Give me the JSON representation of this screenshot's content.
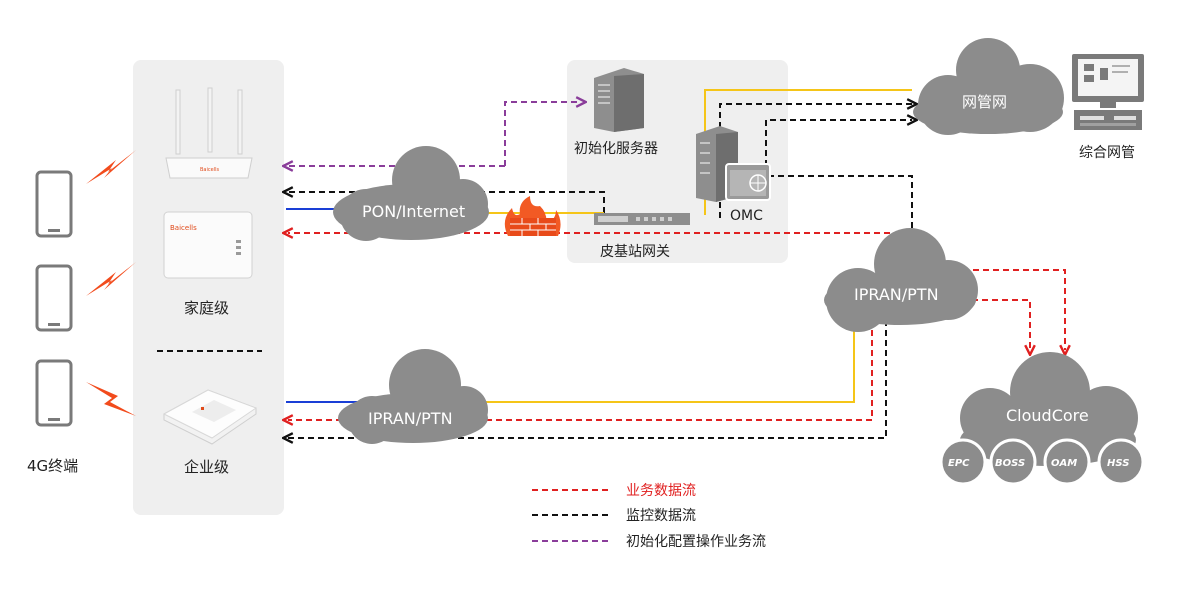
{
  "nodes": {
    "terminal": "4G终端",
    "home": "家庭级",
    "enterprise": "企业级",
    "pon": "PON/Internet",
    "ipran_left": "IPRAN/PTN",
    "ipran_mid": "IPRAN/PTN",
    "init_server": "初始化服务器",
    "omc": "OMC",
    "gateway": "皮基站网关",
    "net_mgmt": "网管网",
    "integrated_mgmt": "综合网管",
    "cloudcore": "CloudCore",
    "cloud_parts": [
      "EPC",
      "BOSS",
      "OAM",
      "HSS"
    ],
    "router_brand": "Baicells",
    "box_brand": "Baicells"
  },
  "legend": [
    {
      "label": "业务数据流",
      "color": "#e02020"
    },
    {
      "label": "监控数据流",
      "color": "#111111"
    },
    {
      "label": "初始化配置操作业务流",
      "color": "#8a3d9a"
    }
  ],
  "colors": {
    "business": "#e02020",
    "monitor": "#111111",
    "init": "#8a3d9a",
    "yellow": "#f5c518",
    "blue": "#1a3fd6",
    "cloud": "#8c8c8c",
    "panel": "#efefef"
  },
  "icons": [
    "phone-icon",
    "lightning-icon",
    "router-icon",
    "small-cell-icon",
    "ceiling-cell-icon",
    "server-icon",
    "firewall-icon",
    "monitor-icon",
    "gateway-icon"
  ]
}
